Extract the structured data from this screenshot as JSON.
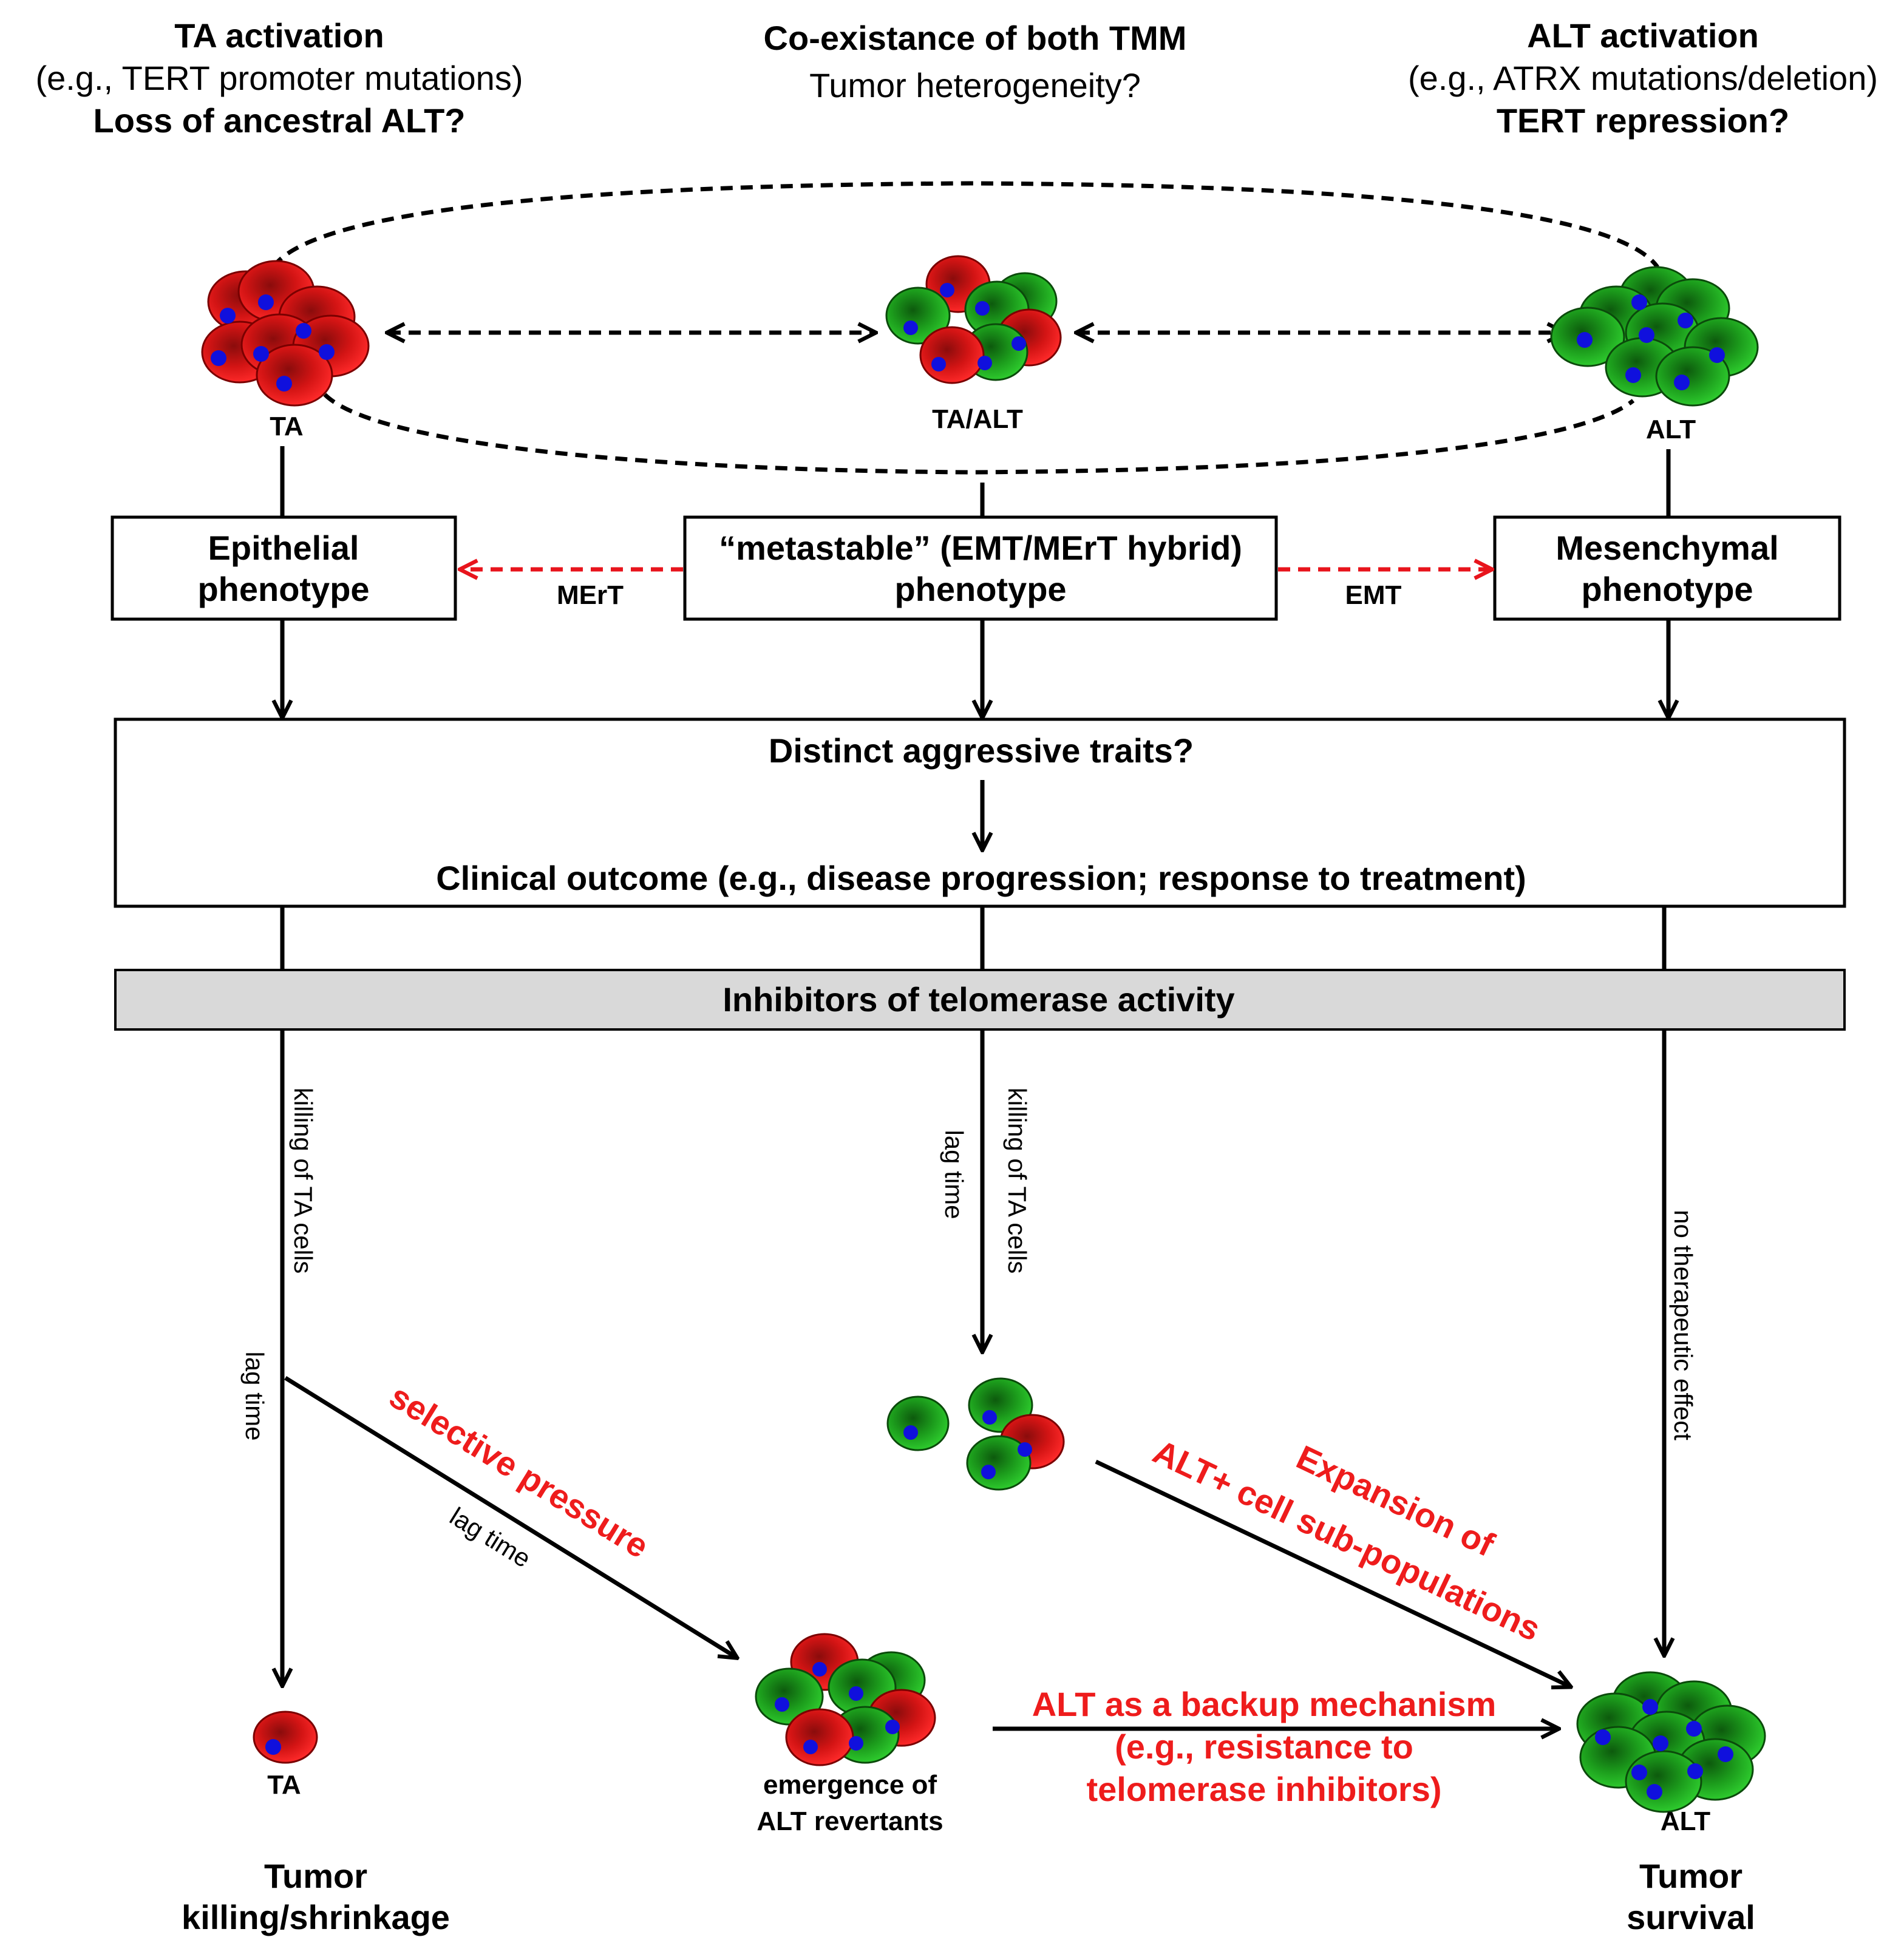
{
  "header": {
    "left": {
      "line1": "TA activation",
      "line2": "(e.g., TERT promoter mutations)",
      "line3": "Loss of ancestral ALT?"
    },
    "center": {
      "line1": "Co-existance of both TMM",
      "line2": "Tumor heterogeneity?"
    },
    "right": {
      "line1": "ALT activation",
      "line2": "(e.g., ATRX mutations/deletion)",
      "line3": "TERT repression?"
    }
  },
  "clusters": {
    "top_left_label": "TA",
    "top_center_label": "TA/ALT",
    "top_right_label": "ALT",
    "bottom_left_label": "TA",
    "bottom_right_label": "ALT"
  },
  "phenotypes": {
    "epithelial": {
      "line1": "Epithelial",
      "line2": "phenotype"
    },
    "metastable": {
      "line1": "“metastable” (EMT/MErT hybrid)",
      "line2": "phenotype"
    },
    "mesenchymal": {
      "line1": "Mesenchymal",
      "line2": "phenotype"
    },
    "mert_label": "MErT",
    "emt_label": "EMT"
  },
  "outcome_box": {
    "traits": "Distinct aggressive traits?",
    "outcome": "Clinical outcome (e.g., disease progression; response to treatment)"
  },
  "inhibitor_bar": {
    "label": "Inhibitors of telomerase activity"
  },
  "paths": {
    "left_killing": "killing of TA cells",
    "left_lag": "lag time",
    "center_lag": "lag time",
    "center_killing": "killing of TA cells",
    "right_no_effect": "no therapeutic effect",
    "selective_pressure": "selective pressure",
    "diag_lag": "lag time",
    "expansion_line1": "Expansion of",
    "expansion_line2": "ALT+ cell sub-populations",
    "backup_line1": "ALT as a backup mechanism",
    "backup_line2": "(e.g., resistance to",
    "backup_line3": "telomerase inhibitors)",
    "revertants_line1": "emergence of",
    "revertants_line2": "ALT revertants"
  },
  "outcomes": {
    "left_line1": "Tumor",
    "left_line2": "killing/shrinkage",
    "right_line1": "Tumor",
    "right_line2": "survival"
  },
  "colors": {
    "ta_cell": "#e8141c",
    "alt_cell": "#1c9c1c",
    "nucleus": "#1010dd",
    "transition_arrow": "#e8141c",
    "annotation_red": "#ee1c1c",
    "inhibitor_bar": "#d9d9d9"
  }
}
